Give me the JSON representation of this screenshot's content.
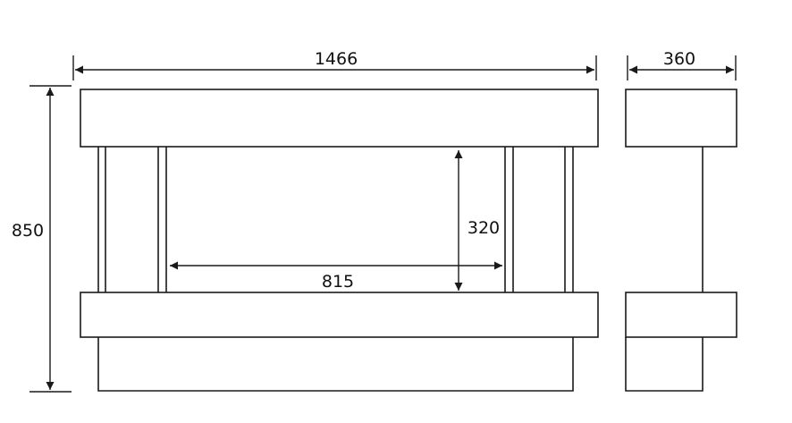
{
  "dimensions": {
    "overall_width": "1466",
    "depth": "360",
    "overall_height": "850",
    "opening_height": "320",
    "opening_width": "815"
  },
  "colors": {
    "line": "#1a1a1a",
    "background": "#ffffff"
  }
}
